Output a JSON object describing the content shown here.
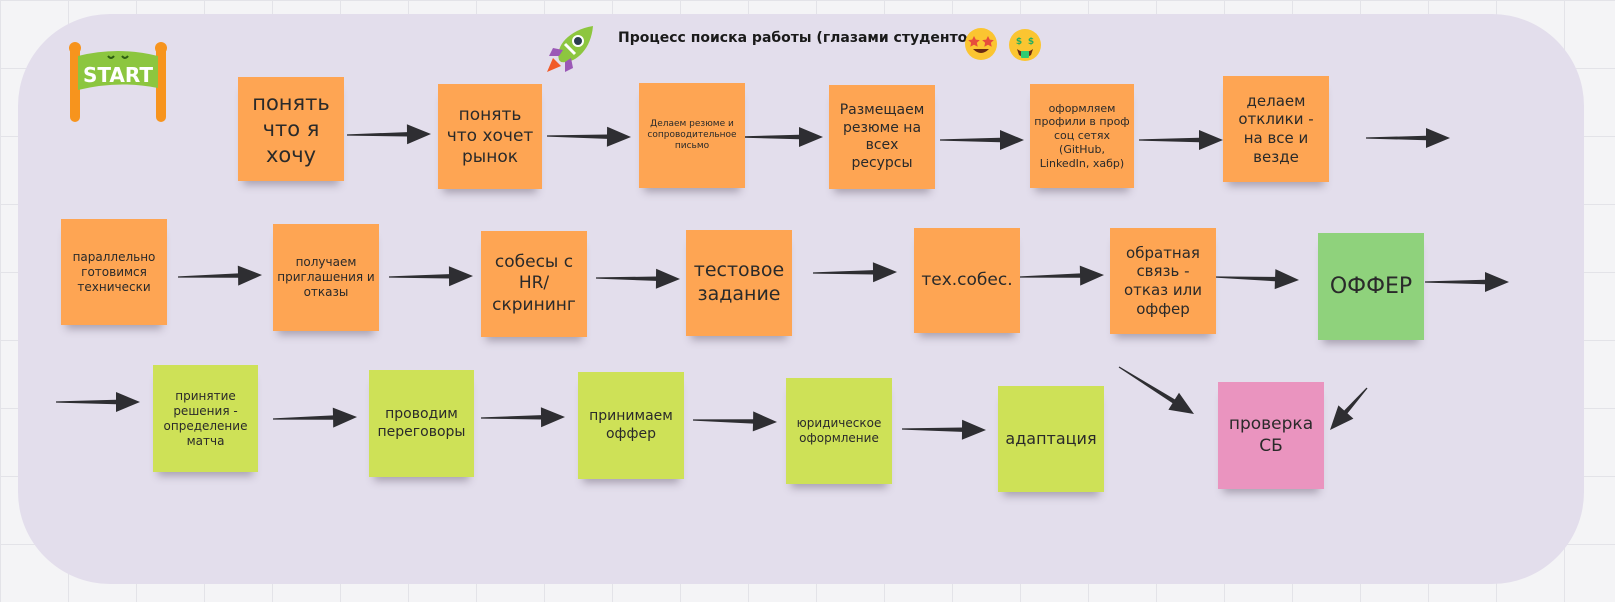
{
  "title": "Процесс поиска работы (глазами студентов)",
  "start_sign": "START",
  "stickies": [
    {
      "id": "s1",
      "text": "понять что я хочу",
      "color": "orange"
    },
    {
      "id": "s2",
      "text": "понять что хочет рынок",
      "color": "orange"
    },
    {
      "id": "s3",
      "text": "Делаем резюме и сопроводительное письмо",
      "color": "orange"
    },
    {
      "id": "s4",
      "text": "Размещаем резюме на всех ресурсы",
      "color": "orange"
    },
    {
      "id": "s5",
      "text": "оформляем профили в проф соц сетях (GitHub, LinkedIn, хабр)",
      "color": "orange"
    },
    {
      "id": "s6",
      "text": "делаем отклики - на все и везде",
      "color": "orange"
    },
    {
      "id": "s7",
      "text": "параллельно готовимся технически",
      "color": "orange"
    },
    {
      "id": "s8",
      "text": "получаем приглашения и отказы",
      "color": "orange"
    },
    {
      "id": "s9",
      "text": "собесы с HR/ скрининг",
      "color": "orange"
    },
    {
      "id": "s10",
      "text": "тестовое задание",
      "color": "orange"
    },
    {
      "id": "s11",
      "text": "тех.собес.",
      "color": "orange"
    },
    {
      "id": "s12",
      "text": "обратная связь - отказ или оффер",
      "color": "orange"
    },
    {
      "id": "s13",
      "text": "ОФФЕР",
      "color": "green"
    },
    {
      "id": "s14",
      "text": "принятие решения - определение матча",
      "color": "lime"
    },
    {
      "id": "s15",
      "text": "проводим переговоры",
      "color": "lime"
    },
    {
      "id": "s16",
      "text": "принимаем оффер",
      "color": "lime"
    },
    {
      "id": "s17",
      "text": "юридическое оформление",
      "color": "lime"
    },
    {
      "id": "s18",
      "text": "адаптация",
      "color": "lime"
    },
    {
      "id": "s19",
      "text": "проверка СБ",
      "color": "pink"
    }
  ],
  "colors": {
    "orange": "#fea553",
    "lime": "#cee157",
    "green": "#8fd27c",
    "pink": "#ea94bf",
    "arrow": "#2e2e32",
    "panel": "#e3deec"
  },
  "icons": [
    "start-sign-icon",
    "rocket-icon",
    "star-struck-emoji-icon",
    "money-mouth-emoji-icon"
  ]
}
